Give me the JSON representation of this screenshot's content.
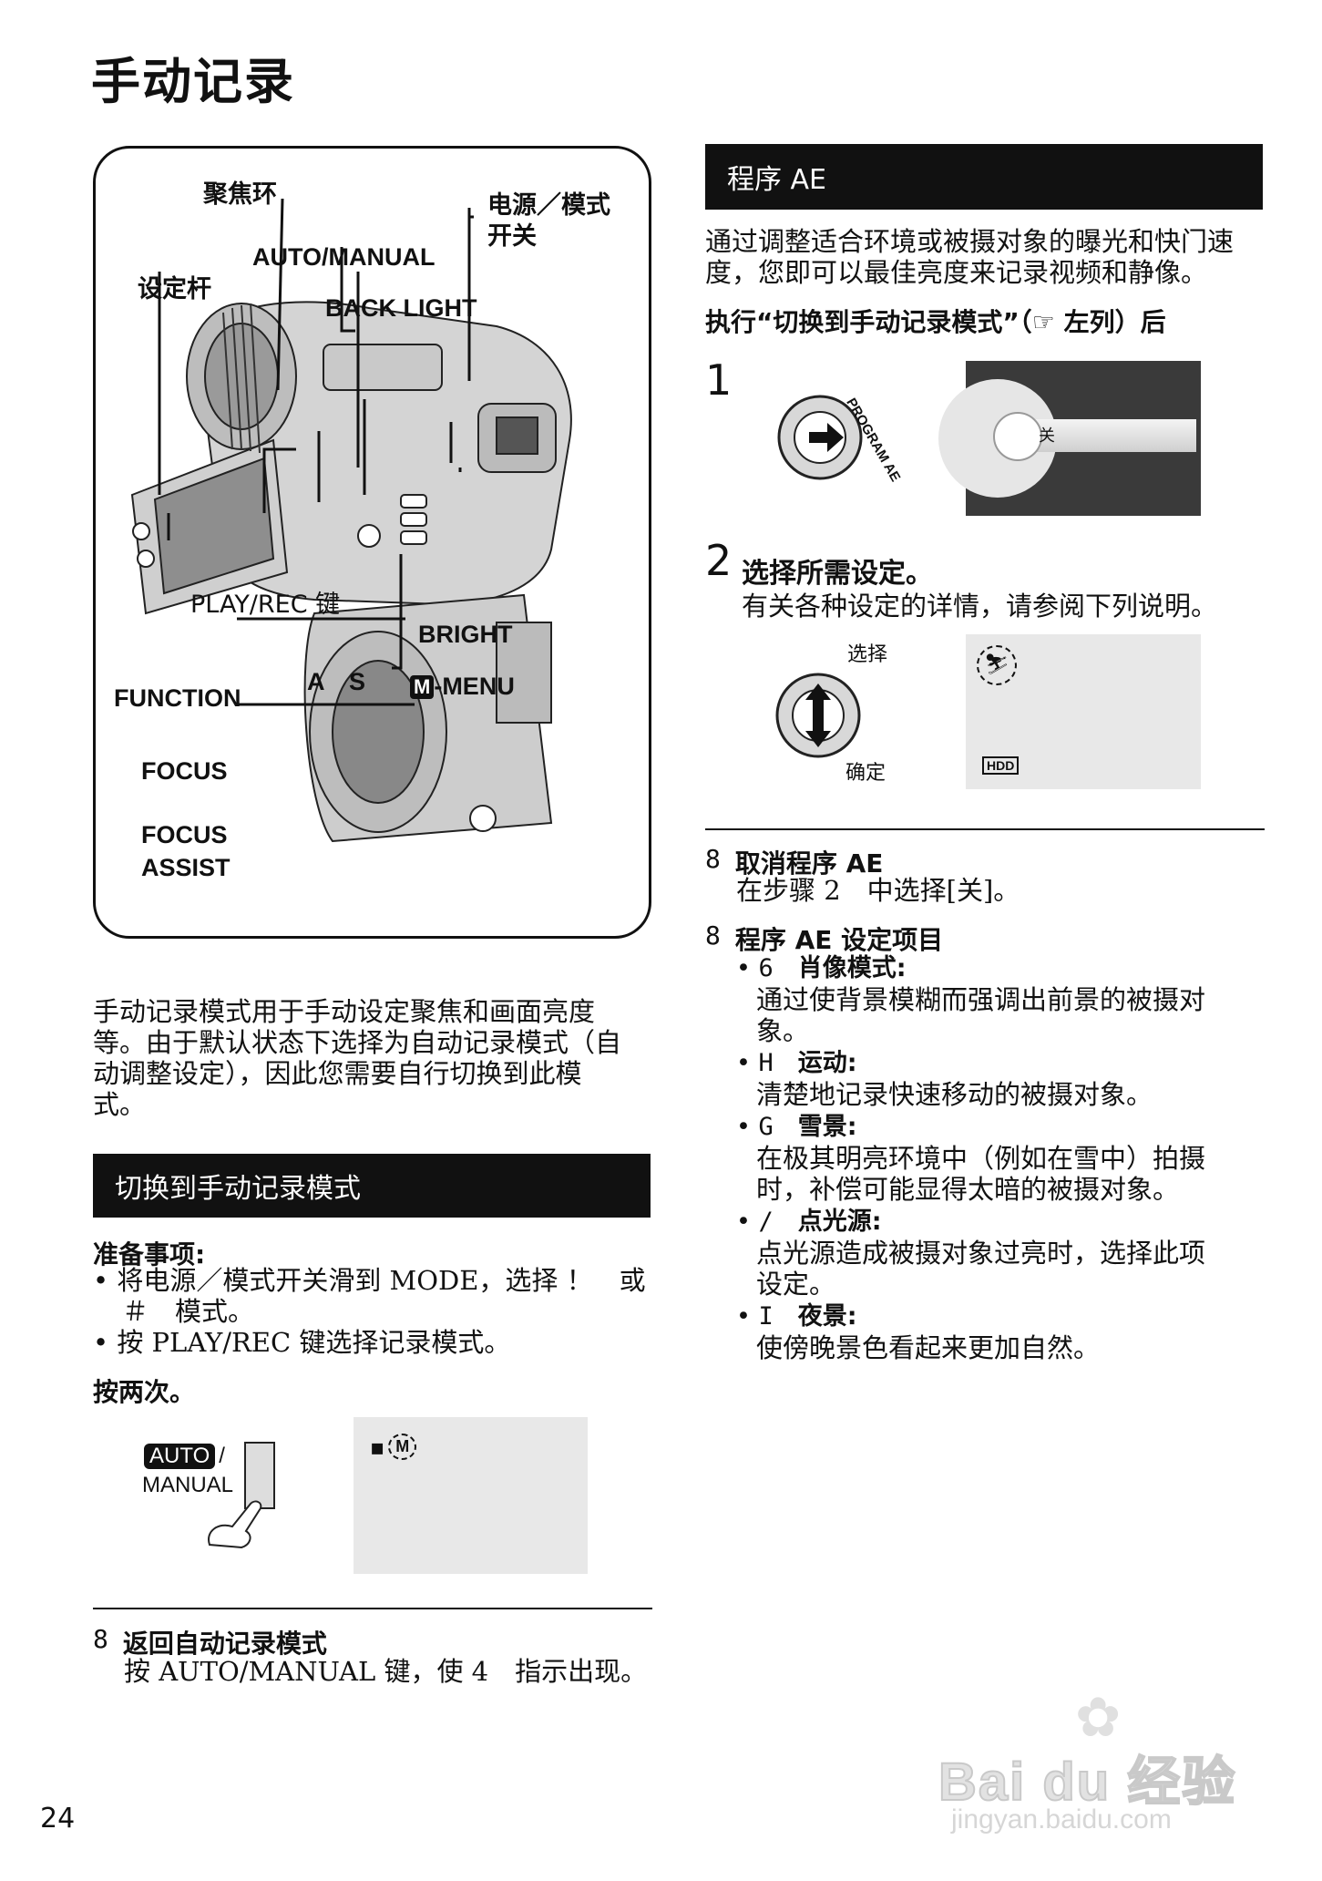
{
  "page": {
    "title": "手动记录",
    "page_number": "24"
  },
  "diagram": {
    "labels": {
      "focus_ring": "聚焦环",
      "power_mode": "电源／模式",
      "switch": "开关",
      "auto_manual": "AUTO/MANUAL",
      "set_lever": "设定杆",
      "back_light": "BACK LIGHT",
      "play_rec": "PLAY/REC 键",
      "bright": "BRIGHT",
      "a": "A",
      "s": "S",
      "m_badge": "M",
      "menu": "-MENU",
      "function": "FUNCTION",
      "focus": "FOCUS",
      "focus_assist_1": "FOCUS",
      "focus_assist_2": "ASSIST"
    }
  },
  "left": {
    "intro": [
      "手动记录模式用于手动设定聚焦和画面亮度",
      "等。由于默认状态下选择为自动记录模式（自",
      "动调整设定），因此您需要自行切换到此模",
      "式。"
    ],
    "section_heading": "切换到手动记录模式",
    "prep_heading": "准备事项:",
    "prep_items": [
      {
        "line1": "将电源／模式开关滑到 MODE，选择 ！　或",
        "line2": "＃　模式。"
      },
      {
        "line1": "按 PLAY/REC 键选择记录模式。",
        "line2": ""
      }
    ],
    "press_twice": "按两次。",
    "button_auto": "AUTO",
    "button_slash": "/",
    "button_manual": "MANUAL",
    "lcd_m": "M",
    "return_mark": "8",
    "return_heading": "返回自动记录模式",
    "return_text": "按 AUTO/MANUAL 键，使 4　指示出现。"
  },
  "right": {
    "section_heading": "程序 AE",
    "intro": [
      "通过调整适合环境或被摄对象的曝光和快门速",
      "度，您即可以最佳亮度来记录视频和静像。"
    ],
    "after": "执行“切换到手动记录模式”（☞ 左列）后",
    "step1_num": "1",
    "program_ae_label": "PROGRAM AE",
    "menu_item": "关",
    "step2_num": "2",
    "step2_title": "选择所需设定。",
    "step2_text": "有关各种设定的详情，请参阅下列说明。",
    "select_label": "选择",
    "confirm_label": "确定",
    "hdd_badge": "HDD",
    "cancel_mark": "8",
    "cancel_heading": "取消程序 AE",
    "cancel_text": "在步骤 2　中选择[关]。",
    "items_mark": "8",
    "items_heading": "程序 AE 设定项目",
    "items": [
      {
        "code": "6",
        "name": "肖像模式:",
        "desc": [
          "通过使背景模糊而强调出前景的被摄对",
          "象。"
        ]
      },
      {
        "code": "H",
        "name": "运动:",
        "desc": [
          "清楚地记录快速移动的被摄对象。"
        ]
      },
      {
        "code": "G",
        "name": "雪景:",
        "desc": [
          "在极其明亮环境中（例如在雪中）拍摄",
          "时，补偿可能显得太暗的被摄对象。"
        ]
      },
      {
        "code": "/",
        "name": "点光源:",
        "desc": [
          "点光源造成被摄对象过亮时，选择此项",
          "设定。"
        ]
      },
      {
        "code": "I",
        "name": "夜景:",
        "desc": [
          "使傍晚景色看起来更加自然。"
        ]
      }
    ]
  },
  "watermark": {
    "brand": "Bai du 经验",
    "url": "jingyan.baidu.com"
  }
}
